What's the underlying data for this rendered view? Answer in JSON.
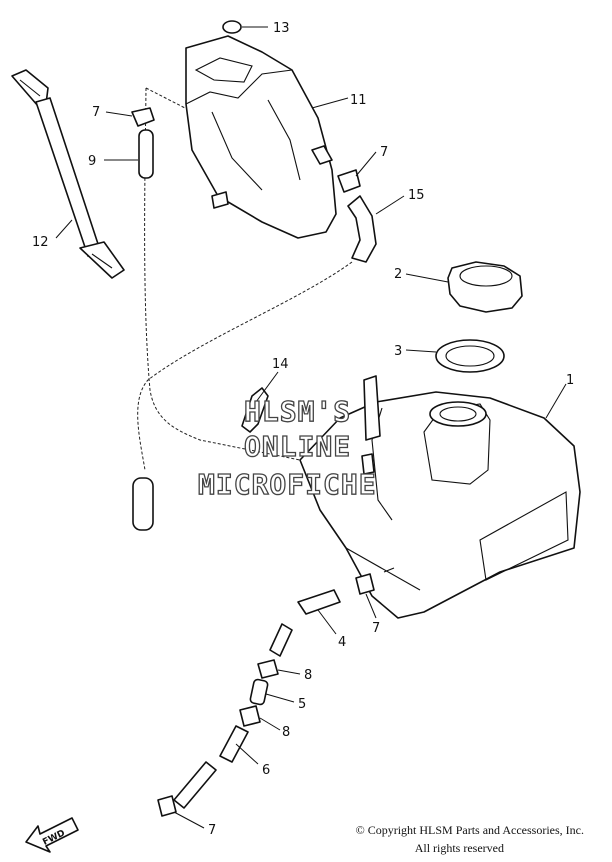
{
  "callouts": {
    "c1": "1",
    "c2": "2",
    "c3": "3",
    "c4": "4",
    "c5": "5",
    "c6": "6",
    "c7a": "7",
    "c7b": "7",
    "c7c": "7",
    "c7d": "7",
    "c8a": "8",
    "c8b": "8",
    "c9": "9",
    "c11": "11",
    "c12": "12",
    "c13": "13",
    "c14": "14",
    "c15": "15"
  },
  "watermark": {
    "line1": "HLSM'S",
    "line2": "ONLINE",
    "line3": "MICROFICHE"
  },
  "fwd_label": "FWD",
  "copyright": {
    "line1": "© Copyright HLSM Parts and Accessories, Inc.",
    "line2": "All rights reserved"
  }
}
